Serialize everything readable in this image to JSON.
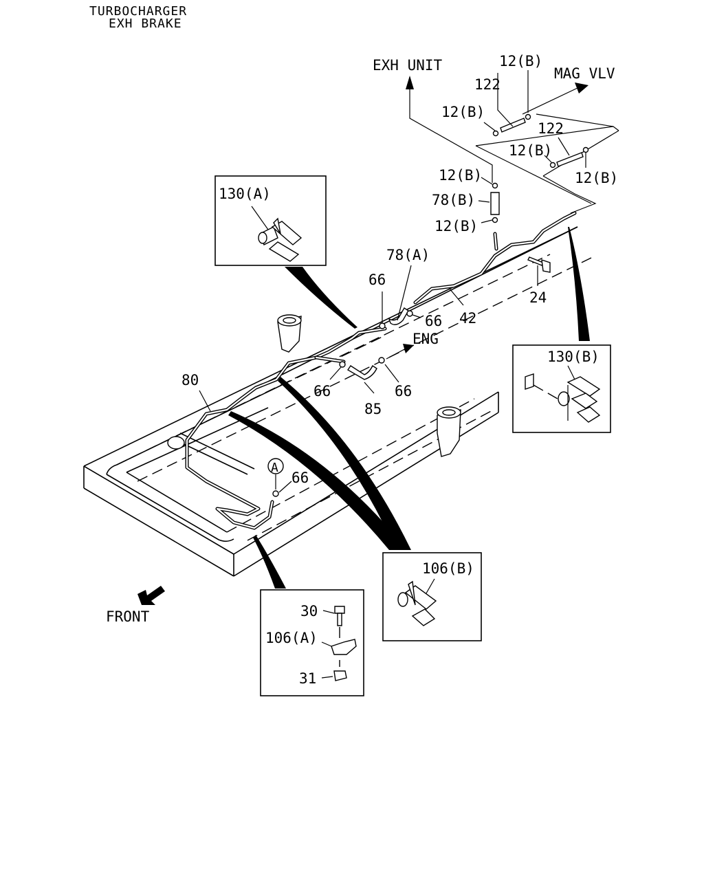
{
  "title": {
    "line1": "TURBOCHARGER",
    "line2": "EXH BRAKE"
  },
  "arrows": {
    "exh_unit": "EXH UNIT",
    "mag_vlv": "MAG VLV",
    "eng": "ENG",
    "front": "FRONT"
  },
  "callouts": {
    "c12b_top": "12(B)",
    "c122_top": "122",
    "c12b_left": "12(B)",
    "c122_right": "122",
    "c12b_mid": "12(B)",
    "c12b_right": "12(B)",
    "c12b_upper": "12(B)",
    "c78b": "78(B)",
    "c12b_lower": "12(B)",
    "c78a": "78(A)",
    "c66_a": "66",
    "c66_b": "66",
    "c42": "42",
    "c24": "24",
    "c80": "80",
    "c66_c": "66",
    "c85": "85",
    "c66_d": "66",
    "c66_e": "66",
    "marker_a": "A"
  },
  "detail_boxes": {
    "d130a": "130(A)",
    "d130b": "130(B)",
    "d106b": "106(B)",
    "d106a": {
      "c30": "30",
      "c106a": "106(A)",
      "c31": "31"
    }
  }
}
